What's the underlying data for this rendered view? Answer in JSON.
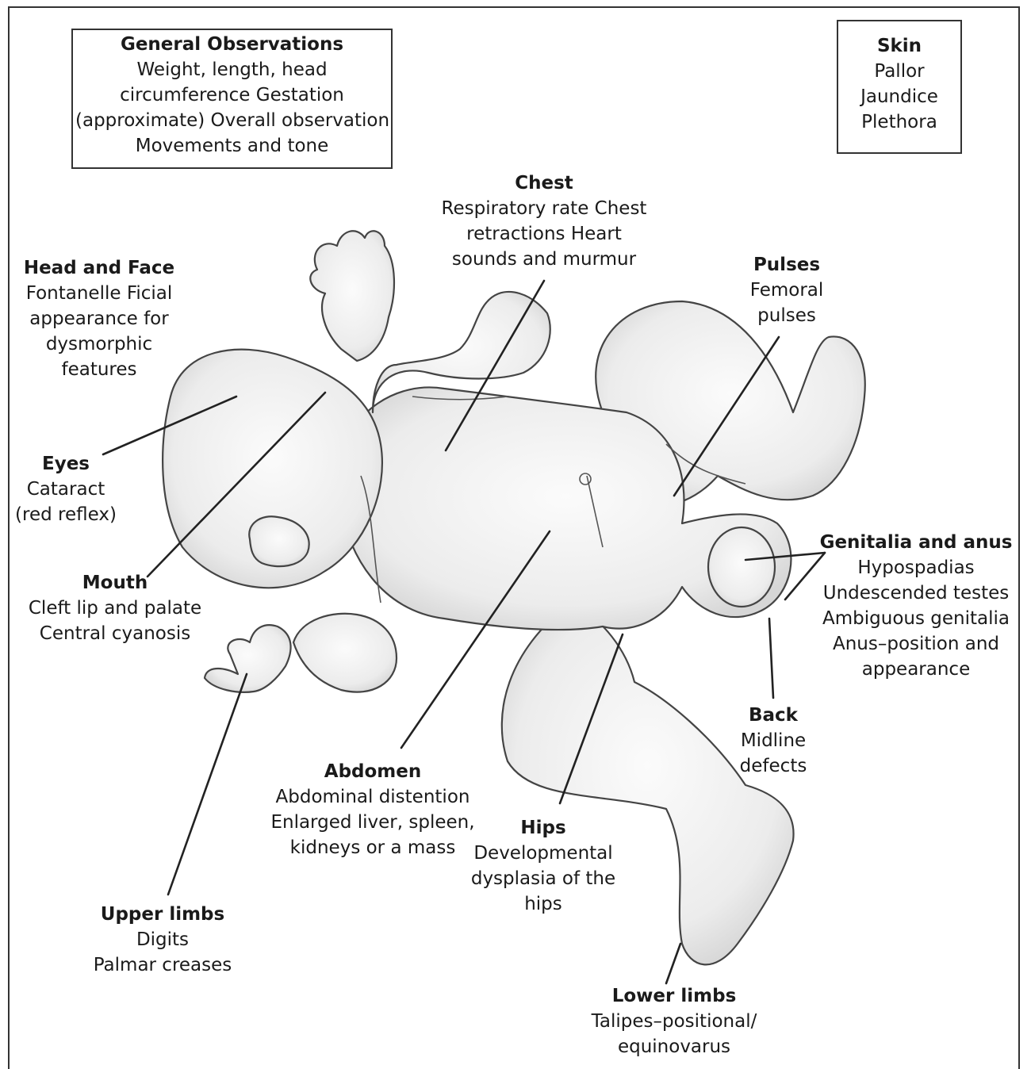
{
  "general": {
    "title": "General Observations",
    "lines": [
      "Weight, length, head",
      "circumference Gestation",
      "(approximate) Overall observation",
      "Movements and tone"
    ]
  },
  "skin": {
    "title": "Skin",
    "lines": [
      "Pallor",
      "Jaundice",
      "Plethora"
    ]
  },
  "chest": {
    "title": "Chest",
    "lines": [
      "Respiratory rate Chest",
      "retractions Heart",
      "sounds and murmur"
    ]
  },
  "head_face": {
    "title": "Head and Face",
    "lines": [
      "Fontanelle Ficial",
      "appearance for",
      "dysmorphic",
      "features"
    ]
  },
  "pulses": {
    "title": "Pulses",
    "lines": [
      "Femoral",
      "pulses"
    ]
  },
  "eyes": {
    "title": "Eyes",
    "lines": [
      "Cataract",
      "(red reflex)"
    ]
  },
  "genitalia": {
    "title": "Genitalia and anus",
    "lines": [
      "Hypospadias",
      "Undescended testes",
      "Ambiguous genitalia",
      "Anus–position and",
      "appearance"
    ]
  },
  "mouth": {
    "title": "Mouth",
    "lines": [
      "Cleft lip and palate",
      "Central cyanosis"
    ]
  },
  "back": {
    "title": "Back",
    "lines": [
      "Midline",
      "defects"
    ]
  },
  "abdomen": {
    "title": "Abdomen",
    "lines": [
      "Abdominal distention",
      "Enlarged liver, spleen,",
      "kidneys or a mass"
    ]
  },
  "hips": {
    "title": "Hips",
    "lines": [
      "Developmental",
      "dysplasia of the",
      "hips"
    ]
  },
  "upper_limbs": {
    "title": "Upper limbs",
    "lines": [
      "Digits",
      "Palmar creases"
    ]
  },
  "lower_limbs": {
    "title": "Lower limbs",
    "lines": [
      "Talipes–positional/",
      "equinovarus"
    ]
  }
}
